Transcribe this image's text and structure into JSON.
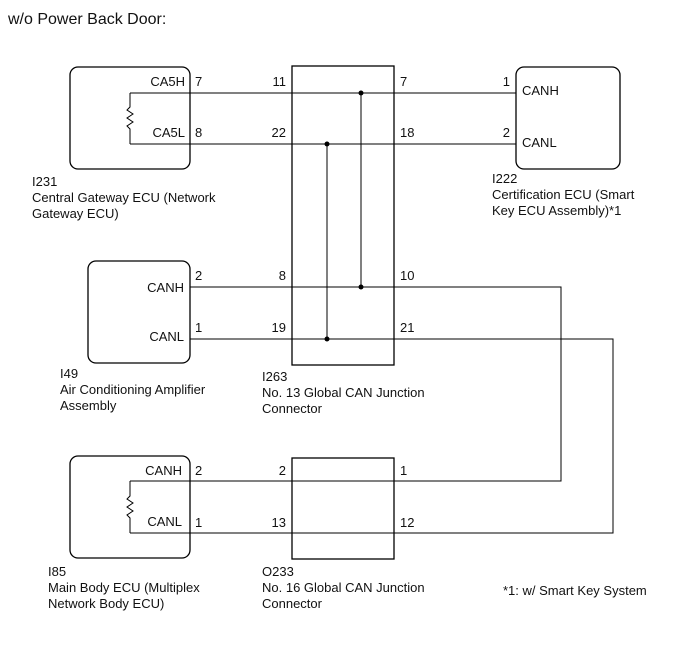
{
  "title": "w/o Power Back Door:",
  "footnote": "*1: w/ Smart Key System",
  "components": {
    "gateway": {
      "code": "I231",
      "name_line1": "Central Gateway ECU (Network",
      "name_line2": "Gateway ECU)",
      "term_h": "CA5H",
      "term_l": "CA5L",
      "pin_h": "7",
      "pin_l": "8"
    },
    "cert": {
      "code": "I222",
      "name_line1": "Certification ECU (Smart",
      "name_line2": "Key ECU Assembly)*1",
      "term_h": "CANH",
      "term_l": "CANL",
      "pin_h": "1",
      "pin_l": "2"
    },
    "aircon": {
      "code": "I49",
      "name_line1": "Air Conditioning Amplifier",
      "name_line2": "Assembly",
      "term_h": "CANH",
      "term_l": "CANL",
      "pin_h": "2",
      "pin_l": "1"
    },
    "mainbody": {
      "code": "I85",
      "name_line1": "Main Body ECU (Multiplex",
      "name_line2": "Network Body ECU)",
      "term_h": "CANH",
      "term_l": "CANL",
      "pin_h": "2",
      "pin_l": "1"
    },
    "jc13": {
      "code": "I263",
      "name_line1": "No. 13 Global CAN Junction",
      "name_line2": "Connector",
      "pins": {
        "p11": "11",
        "p22": "22",
        "p8": "8",
        "p19": "19",
        "p7": "7",
        "p18": "18",
        "p10": "10",
        "p21": "21"
      }
    },
    "jc16": {
      "code": "O233",
      "name_line1": "No. 16 Global CAN Junction",
      "name_line2": "Connector",
      "pins": {
        "p2": "2",
        "p13": "13",
        "p1": "1",
        "p12": "12"
      }
    }
  }
}
